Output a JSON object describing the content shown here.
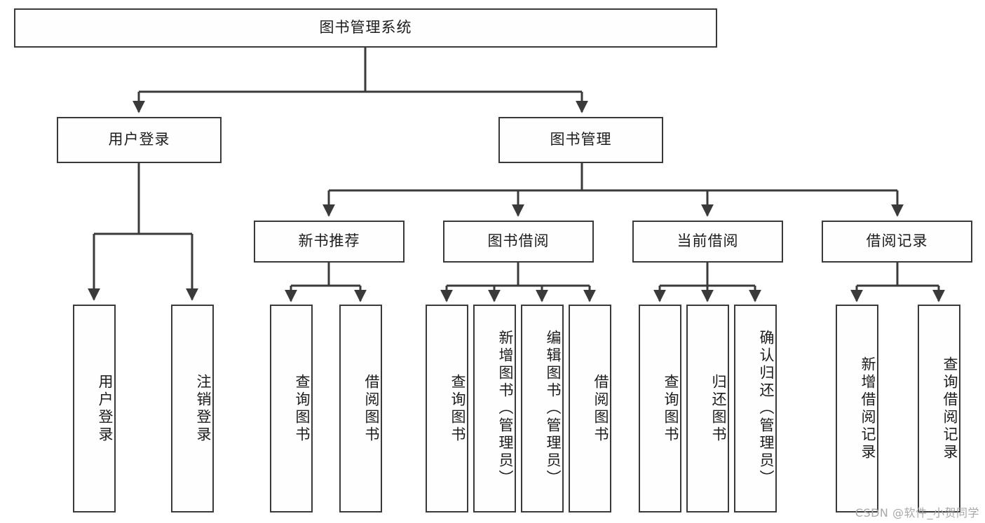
{
  "diagram": {
    "title_node": {
      "label": "图书管理系统"
    },
    "level2": [
      {
        "id": "user-login",
        "label": "用户登录"
      },
      {
        "id": "book-management",
        "label": "图书管理"
      }
    ],
    "level3": [
      {
        "id": "new-book-recommend",
        "label": "新书推荐"
      },
      {
        "id": "book-borrow",
        "label": "图书借阅"
      },
      {
        "id": "current-borrow",
        "label": "当前借阅"
      },
      {
        "id": "borrow-record",
        "label": "借阅记录"
      }
    ],
    "leaves": [
      {
        "id": "leaf-user-login",
        "label": "用户登录",
        "parent": "user-login"
      },
      {
        "id": "leaf-logout-login",
        "label": "注销登录",
        "parent": "user-login"
      },
      {
        "id": "leaf-query-book-1",
        "label": "查询图书",
        "parent": "new-book-recommend"
      },
      {
        "id": "leaf-borrow-book-1",
        "label": "借阅图书",
        "parent": "new-book-recommend"
      },
      {
        "id": "leaf-query-book-2",
        "label": "查询图书",
        "parent": "book-borrow"
      },
      {
        "id": "leaf-add-book",
        "label": "新增图书（管理员）",
        "parent": "book-borrow"
      },
      {
        "id": "leaf-edit-book",
        "label": "编辑图书（管理员）",
        "parent": "book-borrow"
      },
      {
        "id": "leaf-borrow-book-2",
        "label": "借阅图书",
        "parent": "book-borrow"
      },
      {
        "id": "leaf-query-book-3",
        "label": "查询图书",
        "parent": "current-borrow"
      },
      {
        "id": "leaf-return-book",
        "label": "归还图书",
        "parent": "current-borrow"
      },
      {
        "id": "leaf-confirm-return",
        "label": "确认归还（管理员）",
        "parent": "current-borrow"
      },
      {
        "id": "leaf-add-record",
        "label": "新增借阅记录",
        "parent": "borrow-record"
      },
      {
        "id": "leaf-query-record",
        "label": "查询借阅记录",
        "parent": "borrow-record"
      }
    ],
    "watermark": "CSDN @软件_小贺同学",
    "colors": {
      "stroke": "#3a3a3a",
      "fill": "#fefefe",
      "text": "#1c1c1c",
      "watermark": "#a8a8a8",
      "background": "#ffffff"
    }
  }
}
